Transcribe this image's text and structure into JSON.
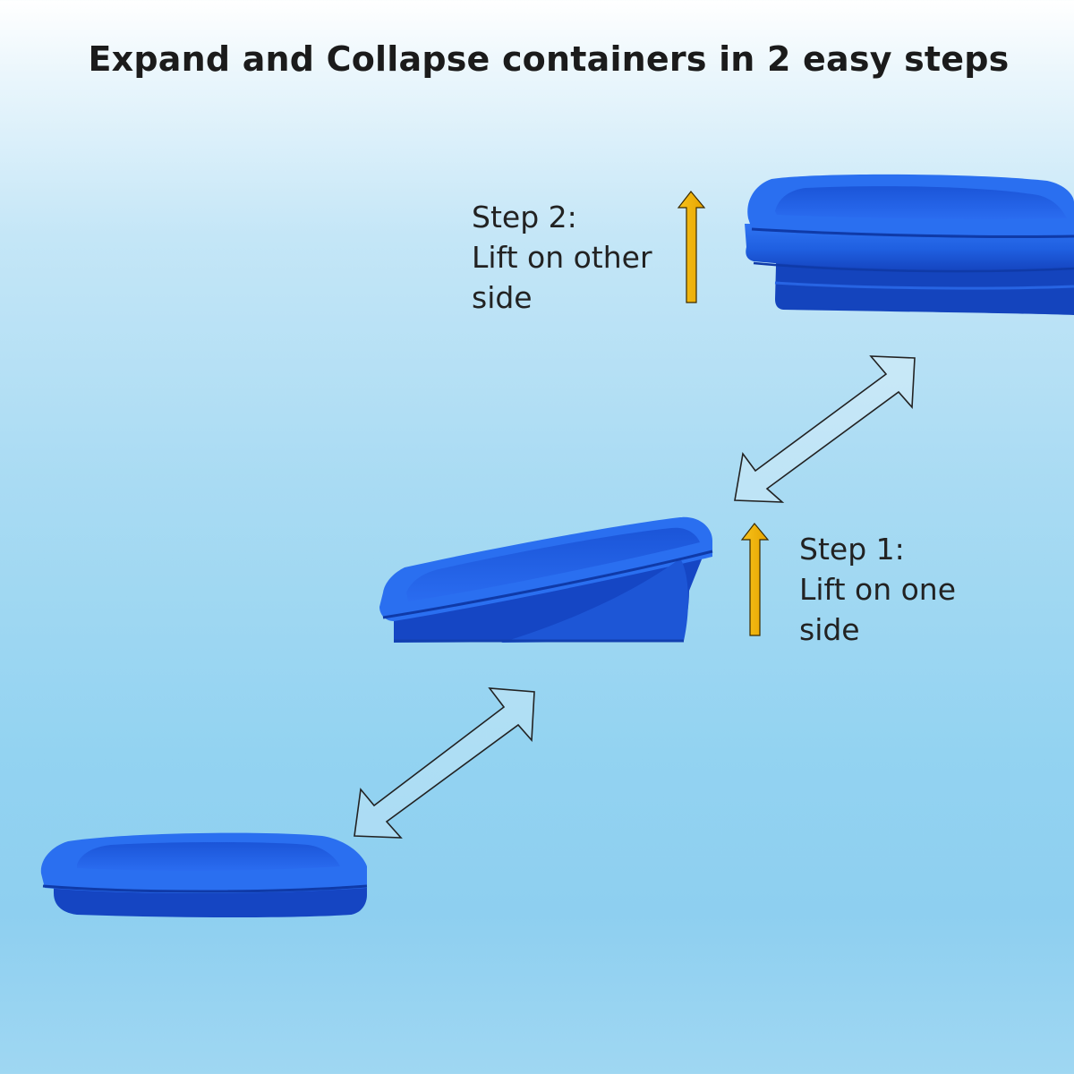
{
  "title": "Expand and Collapse containers in 2 easy steps",
  "step2": {
    "heading": "Step 2:",
    "line1": "Lift on other",
    "line2": "side"
  },
  "step1": {
    "heading": "Step 1:",
    "line1": "Lift on one",
    "line2": "side"
  },
  "colors": {
    "container_blue": "#1f5fe0",
    "container_dark": "#1240b8",
    "lift_arrow": "#f5b800",
    "text": "#222222"
  },
  "icons": {
    "lift_arrow": "up-arrow-icon",
    "transition_arrow": "double-arrow-icon"
  }
}
